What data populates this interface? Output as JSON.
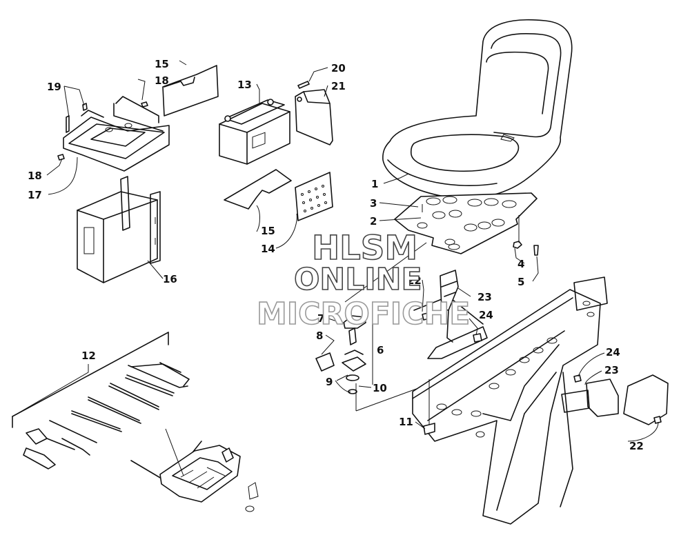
{
  "callouts": {
    "c1": "1",
    "c2": "2",
    "c3": "3",
    "c4": "4",
    "c5": "5",
    "c6": "6",
    "c7": "7",
    "c8": "8",
    "c9": "9",
    "c10": "10",
    "c11": "11",
    "c12": "12",
    "c13": "13",
    "c14": "14",
    "c15a": "15",
    "c15b": "15",
    "c16": "16",
    "c17": "17",
    "c18a": "18",
    "c18b": "18",
    "c19": "19",
    "c20": "20",
    "c21": "21",
    "c22a": "22",
    "c22b": "22",
    "c23a": "23",
    "c23b": "23",
    "c24a": "24",
    "c24b": "24"
  },
  "watermark": {
    "line1": "HLSM",
    "line2": "ONLINE",
    "line3": "MICROFICHE"
  }
}
